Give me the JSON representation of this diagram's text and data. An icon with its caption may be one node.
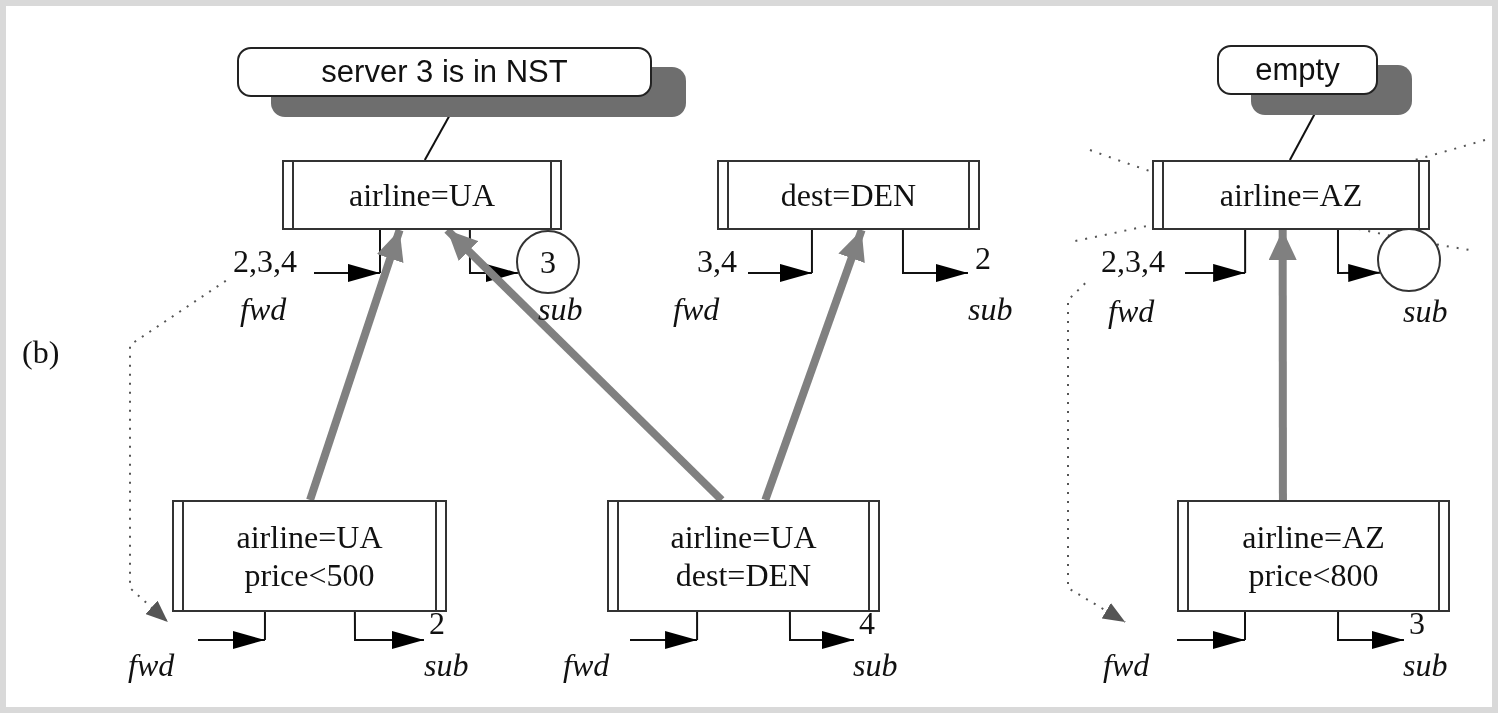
{
  "diagram": {
    "nodes": [
      {
        "text": [
          "server 3 is in NST"
        ]
      },
      {
        "text": [
          "empty"
        ]
      },
      {
        "text": [
          "airline=UA"
        ]
      },
      {
        "text": [
          "dest=DEN"
        ]
      },
      {
        "text": [
          "airline=AZ"
        ]
      },
      {
        "text": [
          "2,3,4"
        ]
      },
      {
        "text": [
          "3"
        ]
      },
      {
        "text": [
          "3,4"
        ]
      },
      {
        "text": [
          "2"
        ]
      },
      {
        "text": [
          "2,3,4"
        ]
      },
      {
        "text": [],
        "shape": "circle"
      },
      {
        "text": [
          "airline=UA price<500"
        ]
      },
      {
        "text": [
          "airline=UA dest=DEN"
        ]
      },
      {
        "text": [
          "airline=AZ price<800"
        ]
      },
      {
        "text": [
          "2"
        ]
      },
      {
        "text": [
          "4"
        ]
      },
      {
        "text": [
          "3"
        ]
      }
    ],
    "edges": [
      {
        "from": 0,
        "to": 2,
        "arrow": "none"
      },
      {
        "from": 1,
        "to": 4,
        "arrow": "none"
      },
      {
        "from": 5,
        "to": 2,
        "arrow": "to"
      },
      {
        "from": 2,
        "to": 6,
        "arrow": "to"
      },
      {
        "from": 7,
        "to": 3,
        "arrow": "to"
      },
      {
        "from": 3,
        "to": 8,
        "arrow": "to"
      },
      {
        "from": 9,
        "to": 4,
        "arrow": "to"
      },
      {
        "from": 4,
        "to": 10,
        "arrow": "to"
      },
      {
        "from": null,
        "to": 11,
        "arrow": "to"
      },
      {
        "from": 11,
        "to": 14,
        "arrow": "to"
      },
      {
        "from": null,
        "to": 12,
        "arrow": "to"
      },
      {
        "from": 12,
        "to": 15,
        "arrow": "to"
      },
      {
        "from": null,
        "to": 13,
        "arrow": "to"
      },
      {
        "from": 13,
        "to": 16,
        "arrow": "to"
      },
      {
        "from": 11,
        "to": 2,
        "arrow": "to",
        "style": "thick",
        "color": "#808080"
      },
      {
        "from": 12,
        "to": 2,
        "arrow": "to",
        "style": "thick",
        "color": "#808080"
      },
      {
        "from": 12,
        "to": 3,
        "arrow": "to",
        "style": "thick",
        "color": "#808080"
      },
      {
        "from": 13,
        "to": 4,
        "arrow": "to",
        "style": "thick",
        "color": "#808080"
      },
      {
        "from": 5,
        "to": 11,
        "arrow": "to",
        "style": "dashed",
        "color": "#555555"
      },
      {
        "from": 9,
        "to": 13,
        "arrow": "to",
        "style": "dashed",
        "color": "#555555"
      }
    ],
    "labels": [
      "fwd",
      "sub",
      "fwd",
      "sub",
      "fwd",
      "sub",
      "(b)",
      "fwd",
      "sub",
      "fwd",
      "sub",
      "fwd",
      "sub"
    ]
  }
}
